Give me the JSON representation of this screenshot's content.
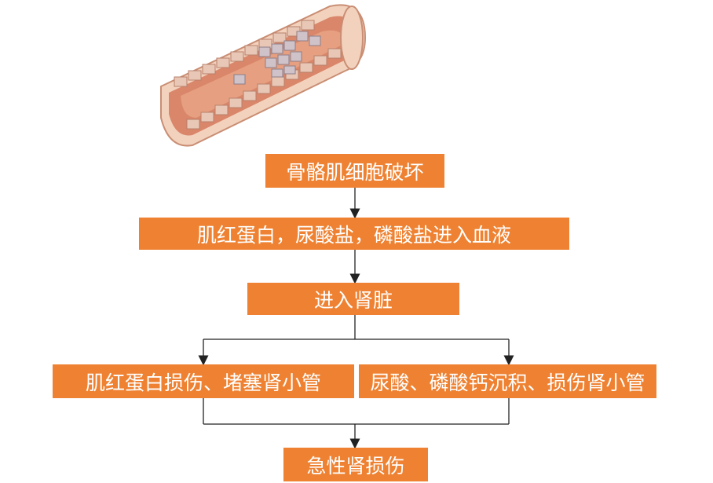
{
  "illustration": {
    "icon": "renal-tubule-icon"
  },
  "flow": {
    "step1": "骨骼肌细胞破坏",
    "step2": "肌红蛋白，尿酸盐，磷酸盐进入血液",
    "step3": "进入肾脏",
    "branch_left": "肌红蛋白损伤、堵塞肾小管",
    "branch_right": "尿酸、磷酸钙沉积、损伤肾小管",
    "final": "急性肾损伤"
  },
  "colors": {
    "box": "#ee8232",
    "text": "#ffffff",
    "line": "#222222"
  }
}
